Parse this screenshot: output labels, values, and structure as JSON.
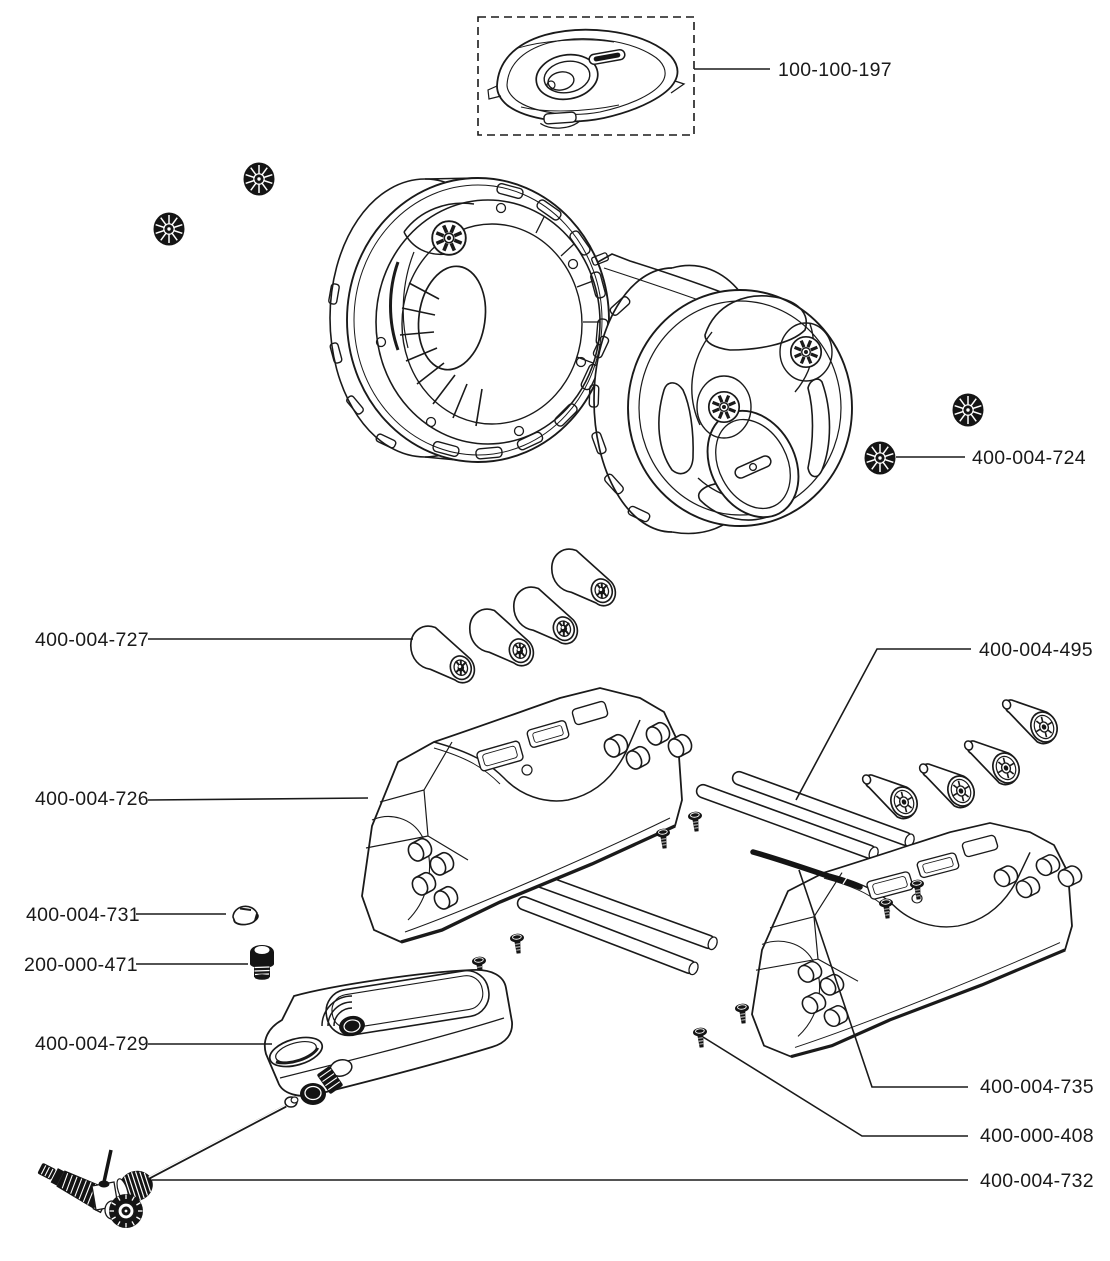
{
  "diagram": {
    "kind": "exploded-parts-diagram",
    "background_color": "#ffffff",
    "line_color": "#1a1a1a",
    "labels": [
      {
        "part_number": "100-100-197"
      },
      {
        "part_number": "400-004-724"
      },
      {
        "part_number": "400-004-727"
      },
      {
        "part_number": "400-004-495"
      },
      {
        "part_number": "400-004-726"
      },
      {
        "part_number": "400-004-731"
      },
      {
        "part_number": "200-000-471"
      },
      {
        "part_number": "400-004-729"
      },
      {
        "part_number": "400-004-735"
      },
      {
        "part_number": "400-000-408"
      },
      {
        "part_number": "400-004-732"
      }
    ]
  }
}
